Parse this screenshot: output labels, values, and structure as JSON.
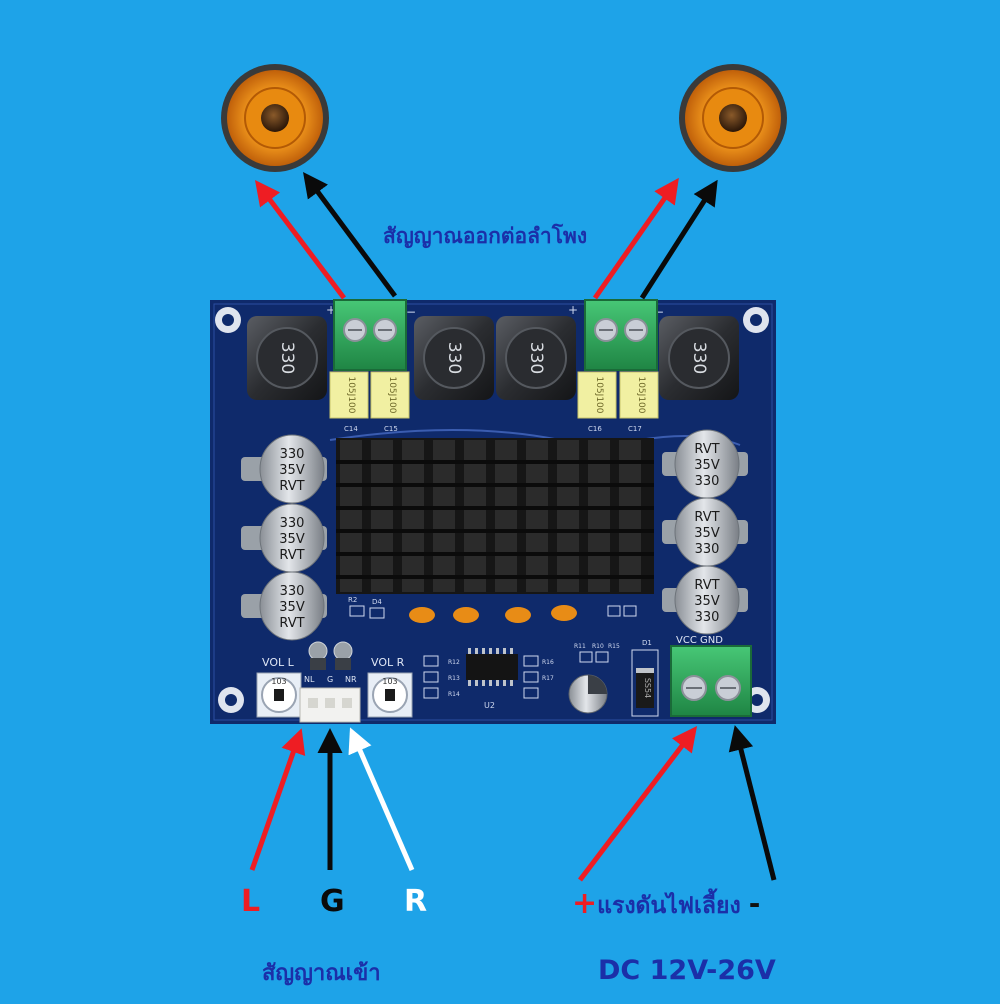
{
  "labels": {
    "output_signal": "สัญญาณออกต่อลำโพง",
    "input_signal": "สัญญาณเข้า",
    "supply_voltage": "แรงดันไฟเลี้ยง",
    "dc_range": "DC 12V-26V",
    "plus": "+",
    "minus": "-"
  },
  "input_pins": {
    "left": "L",
    "ground": "G",
    "right": "R"
  },
  "board": {
    "inductors": [
      "330",
      "330",
      "330",
      "330"
    ],
    "output_caps": [
      "105J100",
      "105J100",
      "105J100",
      "105J100"
    ],
    "output_cap_refs": [
      "C14",
      "C15",
      "C16",
      "C17"
    ],
    "electrolytic_left": [
      "330",
      "35V",
      "RVT"
    ],
    "electrolytic_right": [
      "RVT",
      "35V",
      "330"
    ],
    "vol_l": "VOL L",
    "vol_r": "VOL R",
    "pot_code": "103",
    "input_header": [
      "NL",
      "G",
      "NR"
    ],
    "vcc_gnd": "VCC GND",
    "ic_ref": "U2",
    "diode_ref": "D1",
    "diode_mark": "SS54",
    "small_refs": [
      "R2",
      "D4",
      "R11",
      "R10",
      "R15",
      "R12",
      "R13",
      "R14",
      "R16",
      "R17"
    ]
  },
  "colors": {
    "background": "#1ea3e8",
    "pcb": "#0f2a6b",
    "heatsink": "#1a1a1a",
    "terminal": "#2fae5c",
    "label_text": "#1b2fa8",
    "positive_wire": "#ee1d23",
    "negative_wire": "#0a0a0a",
    "right_channel_wire": "#ffffff"
  },
  "icons": [
    "speaker-left-icon",
    "speaker-right-icon"
  ]
}
